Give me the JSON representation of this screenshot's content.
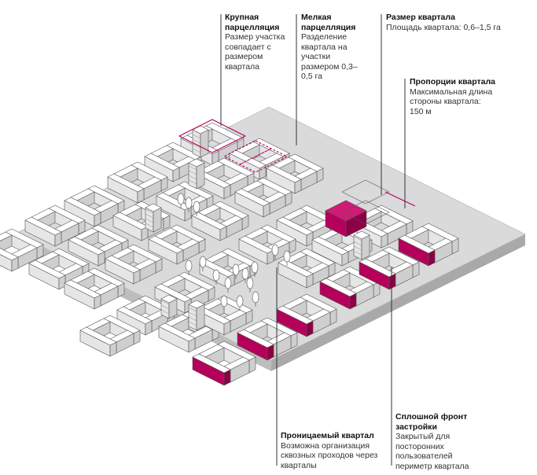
{
  "colors": {
    "accent": "#b5005b",
    "ground": "#d7d7d7",
    "roof": "#ffffff",
    "wall_left": "#e6e6e6",
    "wall_right": "#cfcfcf",
    "line": "#555555"
  },
  "annotations": {
    "large_parcel": {
      "title": "Крупная парцелляция",
      "body": "Размер участка совпадает с размером квартала"
    },
    "small_parcel": {
      "title": "Мелкая парцелляция",
      "body": "Разделение квартала на участки размером 0,3–0,5 га"
    },
    "block_size": {
      "title": "Размер квартала",
      "body": "Площадь квартала: 0,6–1,5 га"
    },
    "block_proportions": {
      "title": "Пропорции квартала",
      "body": "Максимальная длина стороны квартала: 150 м"
    },
    "permeable_block": {
      "title": "Проницаемый квартал",
      "body": "Возможна организация сквозных проходов через кварталы"
    },
    "continuous_front": {
      "title": "Сплошной фронт застройки",
      "body": "Закрытый для посторонних пользователей периметр квартала"
    }
  }
}
